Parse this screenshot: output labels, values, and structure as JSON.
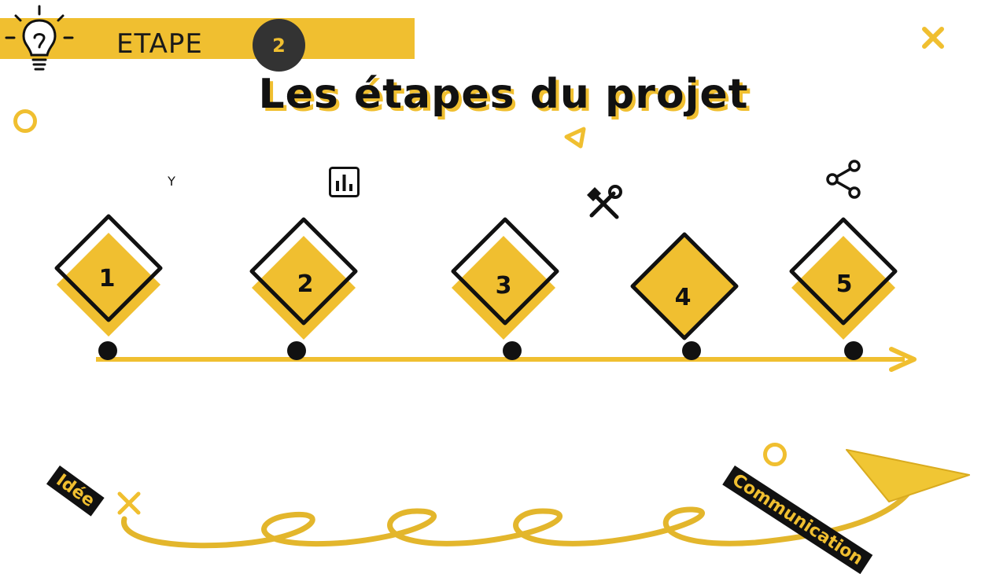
{
  "header": {
    "label": "ETAPE",
    "step_number": "2"
  },
  "title": "Les étapes du projet",
  "timeline": {
    "steps": [
      {
        "number": "1",
        "icon": "letter-y-icon",
        "icon_text": "Y"
      },
      {
        "number": "2",
        "icon": "bar-chart-icon"
      },
      {
        "number": "3",
        "icon": ""
      },
      {
        "number": "4",
        "icon": "tools-icon"
      },
      {
        "number": "5",
        "icon": "share-icon"
      }
    ]
  },
  "path_labels": {
    "start": "Idée",
    "end": "Communication"
  },
  "colors": {
    "accent": "#f0bf30",
    "dark": "#111111",
    "circle": "#333333"
  }
}
